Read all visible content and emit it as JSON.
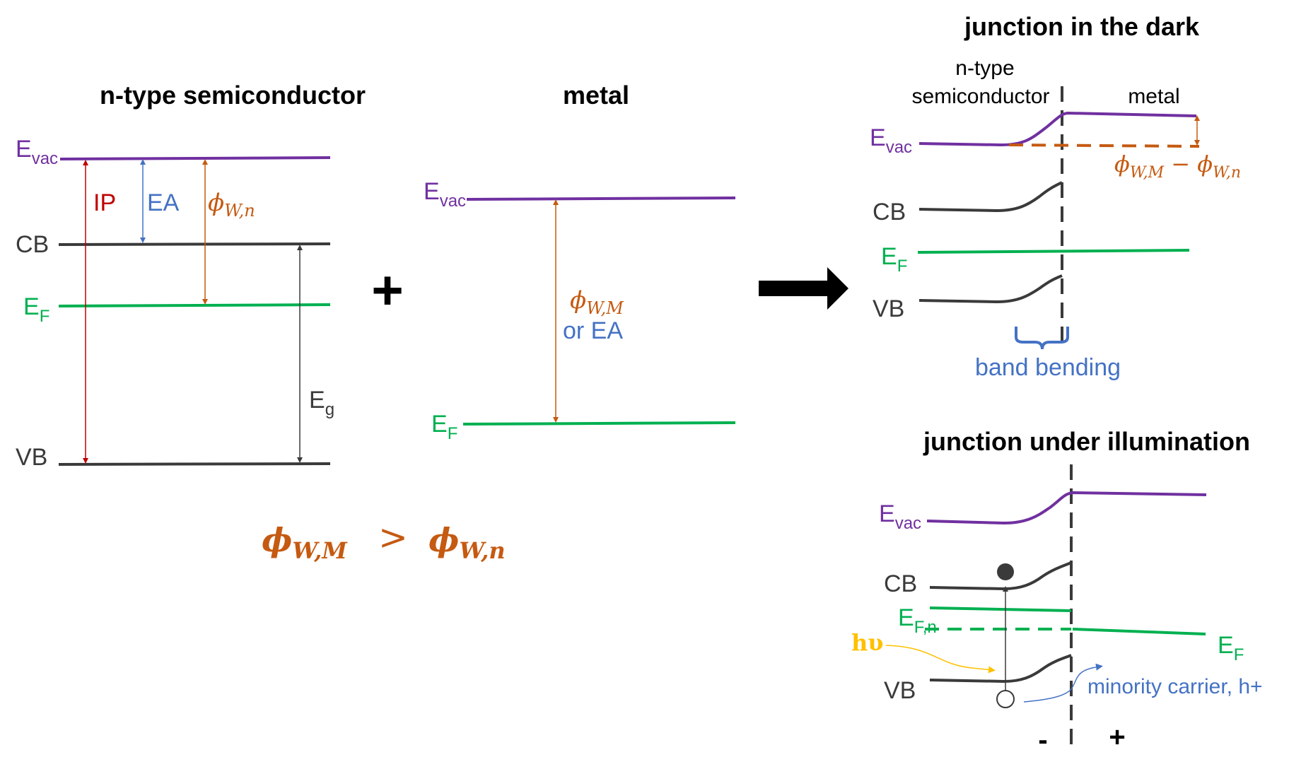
{
  "colors": {
    "vac": "#7030a0",
    "cb": "#3a3a3a",
    "ef": "#00b050",
    "ip": "#c00000",
    "ea": "#4472c4",
    "phi": "#c55a11",
    "hv": "#ffc000",
    "text": "#262626"
  },
  "semiconductor": {
    "title": "n-type semiconductor",
    "evac_main": "E",
    "evac_sub": "vac",
    "cb": "CB",
    "ef_main": "E",
    "ef_sub": "F",
    "vb": "VB",
    "ip": "IP",
    "ea": "EA",
    "phi_main": "ϕ",
    "phi_sub": "W,n",
    "eg_main": "E",
    "eg_sub": "g"
  },
  "plus_sign": "+",
  "metal": {
    "title": "metal",
    "evac_main": "E",
    "evac_sub": "vac",
    "ef_main": "E",
    "ef_sub": "F",
    "phi_main": "ϕ",
    "phi_sub": "W,M",
    "or_ea": "or EA"
  },
  "comparison": {
    "left_main": "ϕ",
    "left_sub": "W,M",
    "operator": ">",
    "right_main": "ϕ",
    "right_sub": "W,n"
  },
  "dark": {
    "title": "junction in the dark",
    "semi_label_1": "n-type",
    "semi_label_2": "semiconductor",
    "metal_label": "metal",
    "evac_main": "E",
    "evac_sub": "vac",
    "cb": "CB",
    "ef_main": "E",
    "ef_sub": "F",
    "vb": "VB",
    "diff_a_main": "ϕ",
    "diff_a_sub": "W,M",
    "diff_minus": " − ",
    "diff_b_main": "ϕ",
    "diff_b_sub": "W,n",
    "band_bending": "band bending"
  },
  "illum": {
    "title": "junction under illumination",
    "evac_main": "E",
    "evac_sub": "vac",
    "cb": "CB",
    "efn_main": "E",
    "efn_sub": "F,n",
    "ef_main": "E",
    "ef_sub": "F",
    "vb": "VB",
    "hv": "hυ",
    "minority": "minority  carrier, h+",
    "minus": "-",
    "plus": "+"
  }
}
